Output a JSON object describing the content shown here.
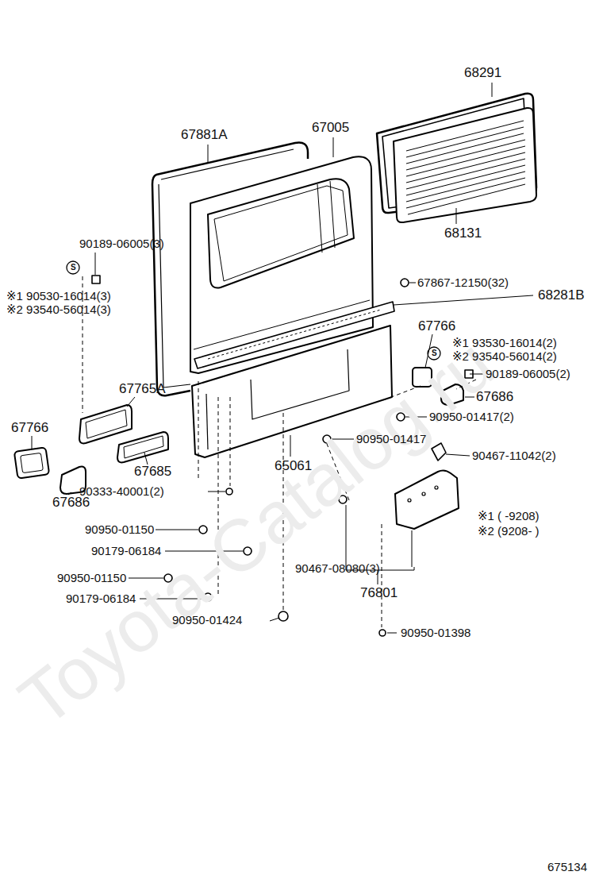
{
  "diagram": {
    "labels": [
      "Toyota-Catalog.ru",
      "68291",
      "67881A",
      "67005",
      "90189-06005(3)",
      "S",
      "※1 90530-16014(3)",
      "※2 93540-56014(3)",
      "67867-12150(32)",
      "68281B",
      "68131",
      "67766",
      "S",
      "※1 93530-16014(2)",
      "※2 93540-56014(2)",
      "90189-06005(2)",
      "67686",
      "67765A",
      "67766",
      "90950-01417(2)",
      "90950-01417",
      "90467-11042(2)",
      "65061",
      "67685",
      "67686",
      "90333-40001(2)",
      "※1 ( -9208)",
      "※2 (9208- )",
      "90950-01150",
      "90179-06184",
      "90950-01150",
      "90179-06184",
      "90467-08080(3)",
      "76801",
      "90950-01424",
      "90950-01398",
      "675134"
    ]
  }
}
